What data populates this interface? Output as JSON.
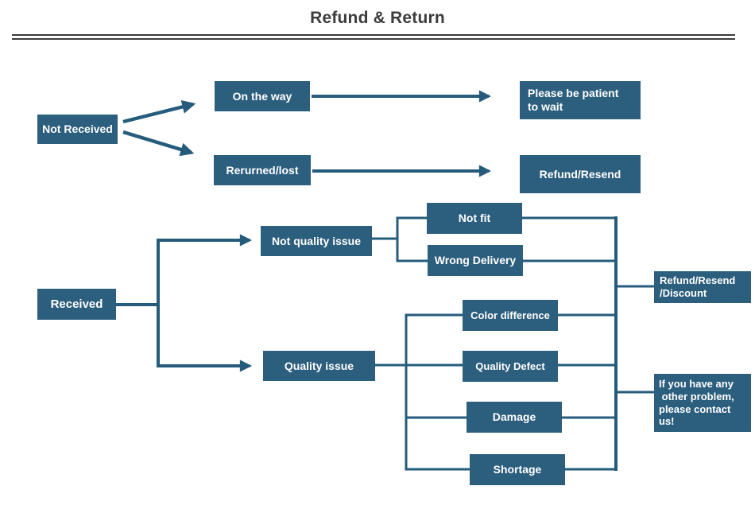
{
  "title": "Refund & Return",
  "theme": {
    "node_fill": "#2C5E7E",
    "node_text": "#FFFFFF",
    "line_color": "#255C7B",
    "title_color": "#3C3C3C",
    "rule_color": "#3C3C3C",
    "background": "#FFFFFF"
  },
  "diagram": {
    "nodes": {
      "not_received": {
        "label": "Not Received"
      },
      "on_the_way": {
        "label": "On the way"
      },
      "returned_lost": {
        "label": "Rerurned/lost"
      },
      "please_be_patient": {
        "label": "Please be patient\nto wait"
      },
      "refund_resend": {
        "label": "Refund/Resend"
      },
      "received": {
        "label": "Received"
      },
      "not_quality_issue": {
        "label": "Not quality issue"
      },
      "not_fit": {
        "label": "Not fit"
      },
      "wrong_delivery": {
        "label": "Wrong Delivery"
      },
      "quality_issue": {
        "label": "Quality issue"
      },
      "color_difference": {
        "label": "Color difference"
      },
      "quality_defect": {
        "label": "Quality Defect"
      },
      "damage": {
        "label": "Damage"
      },
      "shortage": {
        "label": "Shortage"
      },
      "refund_resend_discount": {
        "label": "Refund/Resend\n/Discount"
      },
      "contact_us": {
        "label": "If you have any\n other problem,\nplease contact\nus!"
      }
    },
    "edges": [
      {
        "from": "not_received",
        "to": "on_the_way",
        "arrow": true
      },
      {
        "from": "not_received",
        "to": "returned_lost",
        "arrow": true
      },
      {
        "from": "on_the_way",
        "to": "please_be_patient",
        "arrow": true
      },
      {
        "from": "returned_lost",
        "to": "refund_resend",
        "arrow": true
      },
      {
        "from": "received",
        "to": "not_quality_issue",
        "arrow": true
      },
      {
        "from": "received",
        "to": "quality_issue",
        "arrow": true
      },
      {
        "from": "not_quality_issue",
        "to": "not_fit",
        "arrow": false
      },
      {
        "from": "not_quality_issue",
        "to": "wrong_delivery",
        "arrow": false
      },
      {
        "from": "quality_issue",
        "to": "color_difference",
        "arrow": false
      },
      {
        "from": "quality_issue",
        "to": "quality_defect",
        "arrow": false
      },
      {
        "from": "quality_issue",
        "to": "damage",
        "arrow": false
      },
      {
        "from": "quality_issue",
        "to": "shortage",
        "arrow": false
      },
      {
        "from": "not_fit",
        "to": "refund_resend_discount",
        "arrow": false
      },
      {
        "from": "wrong_delivery",
        "to": "refund_resend_discount",
        "arrow": false
      },
      {
        "from": "color_difference",
        "to": "refund_resend_discount",
        "arrow": false
      },
      {
        "from": "quality_defect",
        "to": "refund_resend_discount",
        "arrow": false
      },
      {
        "from": "damage",
        "to": "contact_us",
        "arrow": false
      },
      {
        "from": "shortage",
        "to": "contact_us",
        "arrow": false
      }
    ]
  }
}
